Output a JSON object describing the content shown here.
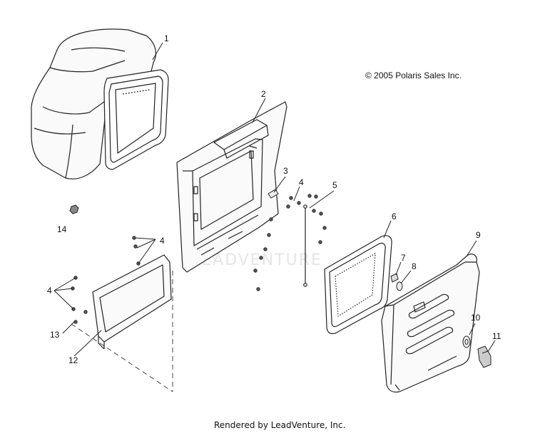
{
  "copyright": "© 2005 Polaris Sales Inc.",
  "footer": "Rendered by LeadVenture, Inc.",
  "watermark": "LEADVENTURE",
  "callouts": {
    "c1": "1",
    "c2": "2",
    "c3": "3",
    "c4a": "4",
    "c4b": "4",
    "c4c": "4",
    "c5": "5",
    "c6": "6",
    "c7": "7",
    "c8": "8",
    "c9": "9",
    "c10": "10",
    "c11": "11",
    "c12": "12",
    "c13": "13",
    "c14": "14"
  }
}
